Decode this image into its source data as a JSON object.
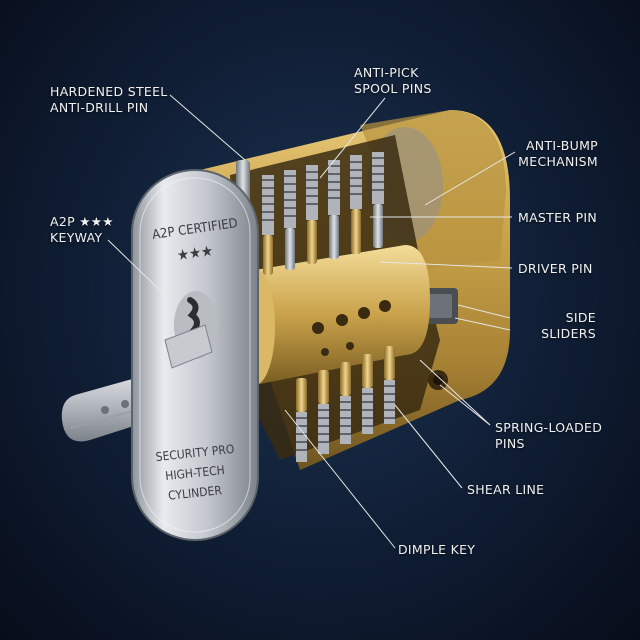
{
  "colors": {
    "background": "#0f1d33",
    "brass": "#c9a24a",
    "steel": "#c8ccd2",
    "label_text": "#f2f2f2",
    "leader": "#e6e6e6"
  },
  "faceplate": {
    "certification": "A2P CERTIFIED",
    "stars": "★★★",
    "brand_line1": "SECURITY PRO",
    "brand_line2": "HIGH-TECH",
    "brand_line3": "CYLINDER"
  },
  "callouts": {
    "hardened_steel_pin": [
      "HARDENED STEEL",
      "ANTI-DRILL PIN"
    ],
    "anti_pick_spool_pins": [
      "ANTI-PICK",
      "SPOOL PINS"
    ],
    "anti_bump": [
      "ANTI-BUMP",
      "MECHANISM"
    ],
    "a2p_keyway": [
      "A2P ★★★",
      "KEYWAY"
    ],
    "master_pin": [
      "MASTER PIN"
    ],
    "driver_pin": [
      "DRIVER PIN"
    ],
    "side_sliders": [
      "SIDE",
      "SLIDERS"
    ],
    "spring_loaded_pins": [
      "SPRING-LOADED",
      "PINS"
    ],
    "shear_line": [
      "SHEAR LINE"
    ],
    "dimple_key": [
      "DIMPLE KEY"
    ]
  }
}
